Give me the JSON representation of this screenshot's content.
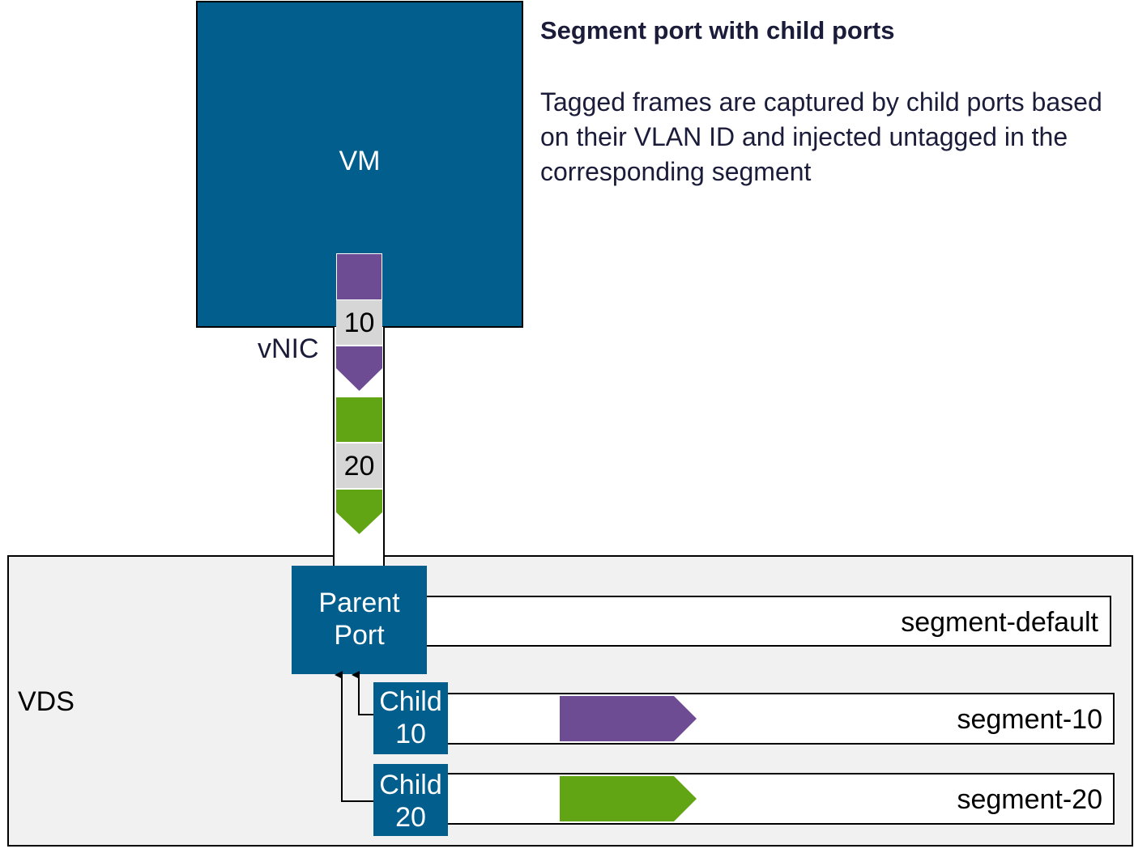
{
  "title": "Segment port with child ports",
  "description": "Tagged frames are captured by child ports based on their VLAN ID and injected untagged in the corresponding segment",
  "vm": {
    "label": "VM"
  },
  "vnic": {
    "label": "vNIC"
  },
  "frames": [
    {
      "vlan_tag": "10",
      "color": "#6d4c94"
    },
    {
      "vlan_tag": "20",
      "color": "#62a514"
    }
  ],
  "vds": {
    "label": "VDS"
  },
  "ports": {
    "parent": {
      "line1": "Parent",
      "line2": "Port"
    },
    "child_10": {
      "line1": "Child",
      "line2": "10"
    },
    "child_20": {
      "line1": "Child",
      "line2": "20"
    }
  },
  "segments": {
    "default": {
      "label": "segment-default"
    },
    "seg_10": {
      "label": "segment-10",
      "frame_color": "#6d4c94"
    },
    "seg_20": {
      "label": "segment-20",
      "frame_color": "#62a514"
    }
  },
  "colors": {
    "port_blue": "#025e8c",
    "vds_bg": "#f1f1f1",
    "tag_gray": "#d6d6d6",
    "text_dark": "#1a1c3a"
  }
}
